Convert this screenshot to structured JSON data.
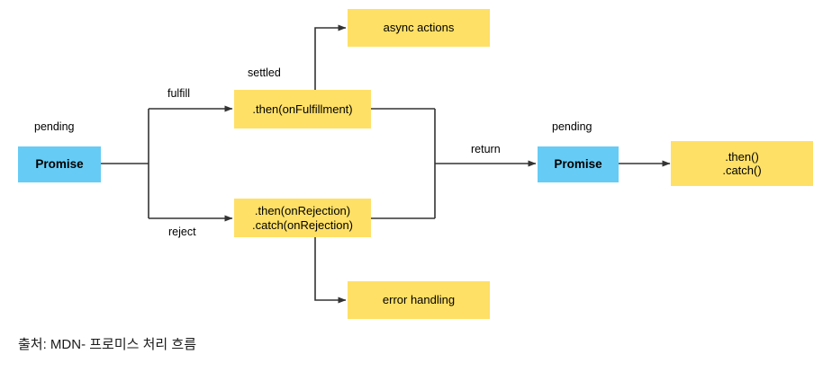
{
  "diagram": {
    "title_caption": "출처: MDN- 프로미스 처리 흐름",
    "colors": {
      "promise_fill": "#66ccf5",
      "action_fill": "#ffe066",
      "line": "#333333",
      "text": "#000000"
    },
    "nodes": [
      {
        "id": "promise_pending",
        "label": "Promise",
        "kind": "promise",
        "state": "pending"
      },
      {
        "id": "then_fulfillment",
        "label": ".then(onFulfillment)",
        "kind": "handler",
        "state": "settled"
      },
      {
        "id": "then_rejection",
        "label": ".then(onRejection)\n.catch(onRejection)",
        "kind": "handler",
        "state": ""
      },
      {
        "id": "async_actions",
        "label": "async actions",
        "kind": "action",
        "state": ""
      },
      {
        "id": "error_handling",
        "label": "error handling",
        "kind": "action",
        "state": ""
      },
      {
        "id": "promise_returned",
        "label": "Promise",
        "kind": "promise",
        "state": "pending"
      },
      {
        "id": "then_catch",
        "label": ".then()\n.catch()",
        "kind": "handler",
        "state": ""
      }
    ],
    "edges": [
      {
        "from": "promise_pending",
        "to": "then_fulfillment",
        "label": "fulfill"
      },
      {
        "from": "promise_pending",
        "to": "then_rejection",
        "label": "reject"
      },
      {
        "from": "then_fulfillment",
        "to": "async_actions",
        "label": ""
      },
      {
        "from": "then_rejection",
        "to": "error_handling",
        "label": ""
      },
      {
        "from": "then_fulfillment",
        "to": "promise_returned",
        "label": "return"
      },
      {
        "from": "then_rejection",
        "to": "promise_returned",
        "label": ""
      },
      {
        "from": "promise_returned",
        "to": "then_catch",
        "label": ""
      }
    ],
    "labels": {
      "pending_left": "pending",
      "pending_right": "pending",
      "settled": "settled",
      "fulfill": "fulfill",
      "reject": "reject",
      "return": "return"
    }
  }
}
